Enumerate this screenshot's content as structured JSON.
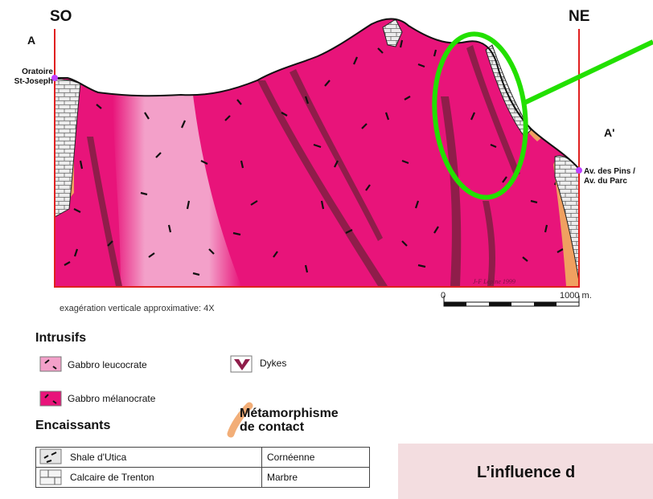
{
  "section": {
    "dir_left": "SO",
    "dir_right": "NE",
    "point_left": "A",
    "point_right": "A'",
    "loc_left": [
      "Oratoire",
      "St-Joseph"
    ],
    "loc_right": [
      "Av. des Pins /",
      "Av. du Parc"
    ],
    "exaggeration_note": "exagération verticale approximative: 4X",
    "scale_zero": "0",
    "scale_end": "1000 m.",
    "credit": "J-F Lépine 1999"
  },
  "legend": {
    "intrusifs_heading": "Intrusifs",
    "gabbro_leuco": "Gabbro leucocrate",
    "gabbro_mela": "Gabbro mélanocrate",
    "dykes": "Dykes",
    "encaissants_heading": "Encaissants",
    "metamorphisme_heading_1": "Métamorphisme",
    "metamorphisme_heading_2": "de contact",
    "rows": [
      {
        "rock": "Shale d'Utica",
        "meta": "Cornéenne"
      },
      {
        "rock": "Calcaire de Trenton",
        "meta": "Marbre"
      }
    ]
  },
  "banner": {
    "text": "L’influence d"
  },
  "colors": {
    "magenta": "#e8147a",
    "pink_light": "#f3a0c9",
    "dyke": "#8f1d4a",
    "contact": "#f0a060",
    "highlight": "#22e000",
    "line": "#e02020"
  }
}
